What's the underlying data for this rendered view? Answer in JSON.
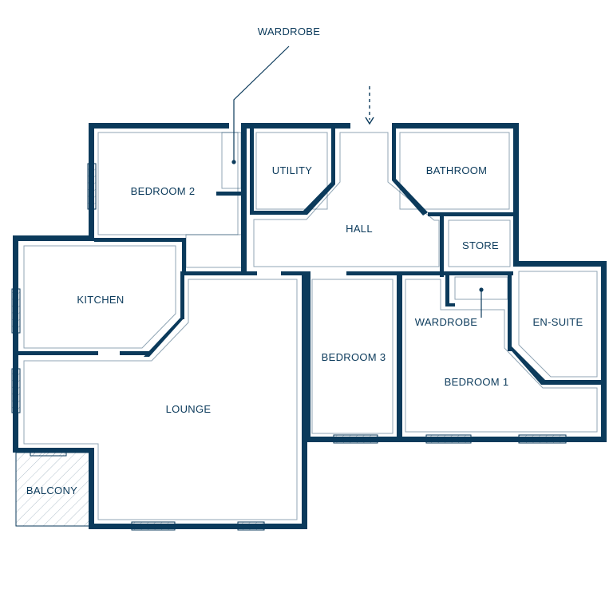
{
  "colors": {
    "wall": "#0b3a5b",
    "background": "#ffffff"
  },
  "rooms": {
    "wardrobe_top": "WARDROBE",
    "bedroom2": "BEDROOM 2",
    "utility": "UTILITY",
    "bathroom": "BATHROOM",
    "hall": "HALL",
    "store": "STORE",
    "kitchen": "KITCHEN",
    "wardrobe_mid": "WARDROBE",
    "en_suite": "EN-SUITE",
    "bedroom3": "BEDROOM 3",
    "bedroom1": "BEDROOM 1",
    "lounge": "LOUNGE",
    "balcony": "BALCONY"
  },
  "icons": {
    "entrance": "entrance-arrow-icon"
  }
}
